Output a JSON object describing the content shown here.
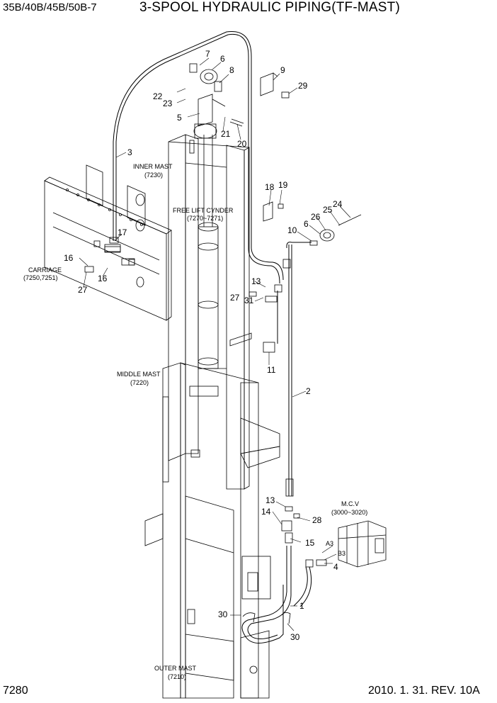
{
  "header": {
    "model": "35B/40B/45B/50B-7",
    "title": "3-SPOOL HYDRAULIC PIPING(TF-MAST)"
  },
  "footer": {
    "page_number": "7280",
    "revision": "2010. 1. 31. REV. 10A"
  },
  "assembly_labels": [
    {
      "id": "inner_mast",
      "name": "INNER MAST",
      "code": "(7230)"
    },
    {
      "id": "free_lift",
      "name": "FREE LIFT CYNDER",
      "code": "(7270~7271)"
    },
    {
      "id": "carriage",
      "name": "CARRIAGE",
      "code": "(7250,7251)"
    },
    {
      "id": "middle_mast",
      "name": "MIDDLE MAST",
      "code": "(7220)"
    },
    {
      "id": "mcv",
      "name": "M.C.V",
      "code": "(3000~3020)"
    },
    {
      "id": "outer_mast",
      "name": "OUTER MAST",
      "code": "(7210)"
    }
  ],
  "port_labels": [
    "A3",
    "B3"
  ],
  "callouts": [
    {
      "id": "c7",
      "text": "7"
    },
    {
      "id": "c6a",
      "text": "6"
    },
    {
      "id": "c8",
      "text": "8"
    },
    {
      "id": "c9",
      "text": "9"
    },
    {
      "id": "c29",
      "text": "29"
    },
    {
      "id": "c22",
      "text": "22"
    },
    {
      "id": "c23",
      "text": "23"
    },
    {
      "id": "c5",
      "text": "5"
    },
    {
      "id": "c21",
      "text": "21"
    },
    {
      "id": "c20",
      "text": "20"
    },
    {
      "id": "c3",
      "text": "3"
    },
    {
      "id": "c18",
      "text": "18"
    },
    {
      "id": "c19",
      "text": "19"
    },
    {
      "id": "c24",
      "text": "24"
    },
    {
      "id": "c25",
      "text": "25"
    },
    {
      "id": "c26",
      "text": "26"
    },
    {
      "id": "c6b",
      "text": "6"
    },
    {
      "id": "c10",
      "text": "10"
    },
    {
      "id": "c17",
      "text": "17"
    },
    {
      "id": "c16a",
      "text": "16"
    },
    {
      "id": "c16b",
      "text": "16"
    },
    {
      "id": "c27a",
      "text": "27"
    },
    {
      "id": "c13a",
      "text": "13"
    },
    {
      "id": "c27b",
      "text": "27"
    },
    {
      "id": "c31",
      "text": "31"
    },
    {
      "id": "c11",
      "text": "11"
    },
    {
      "id": "c2",
      "text": "2"
    },
    {
      "id": "c13b",
      "text": "13"
    },
    {
      "id": "c14",
      "text": "14"
    },
    {
      "id": "c28",
      "text": "28"
    },
    {
      "id": "c15",
      "text": "15"
    },
    {
      "id": "c4",
      "text": "4"
    },
    {
      "id": "c1",
      "text": "1"
    },
    {
      "id": "c30a",
      "text": "30"
    },
    {
      "id": "c30b",
      "text": "30"
    }
  ]
}
